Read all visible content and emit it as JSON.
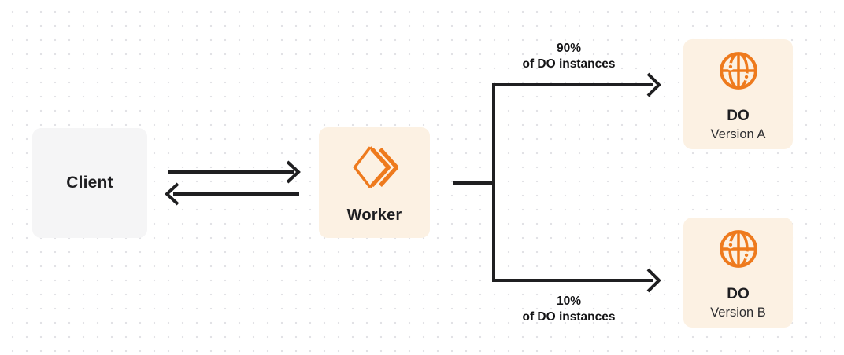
{
  "diagram": {
    "background": {
      "bg_color": "#FFFFFF",
      "dot_color": "#E2E2E6"
    },
    "colors": {
      "accent_orange": "#EE7A1D",
      "node_cream_bg": "#FCF1E3",
      "client_bg": "#F5F5F6",
      "line_color": "#1F1F21",
      "text_dark": "#1E1E21"
    },
    "nodes": {
      "client": {
        "label": "Client"
      },
      "worker": {
        "label": "Worker",
        "icon": "cloudflare-workers-icon"
      },
      "do_version_a": {
        "title": "DO",
        "subtitle": "Version A",
        "icon": "globe-icon"
      },
      "do_version_b": {
        "title": "DO",
        "subtitle": "Version B",
        "icon": "globe-icon"
      }
    },
    "edges": {
      "client_worker": {
        "type": "bidirectional-arrows"
      },
      "split_top": {
        "percent": "90%",
        "caption": "of DO instances"
      },
      "split_bottom": {
        "percent": "10%",
        "caption": "of DO instances"
      }
    }
  }
}
